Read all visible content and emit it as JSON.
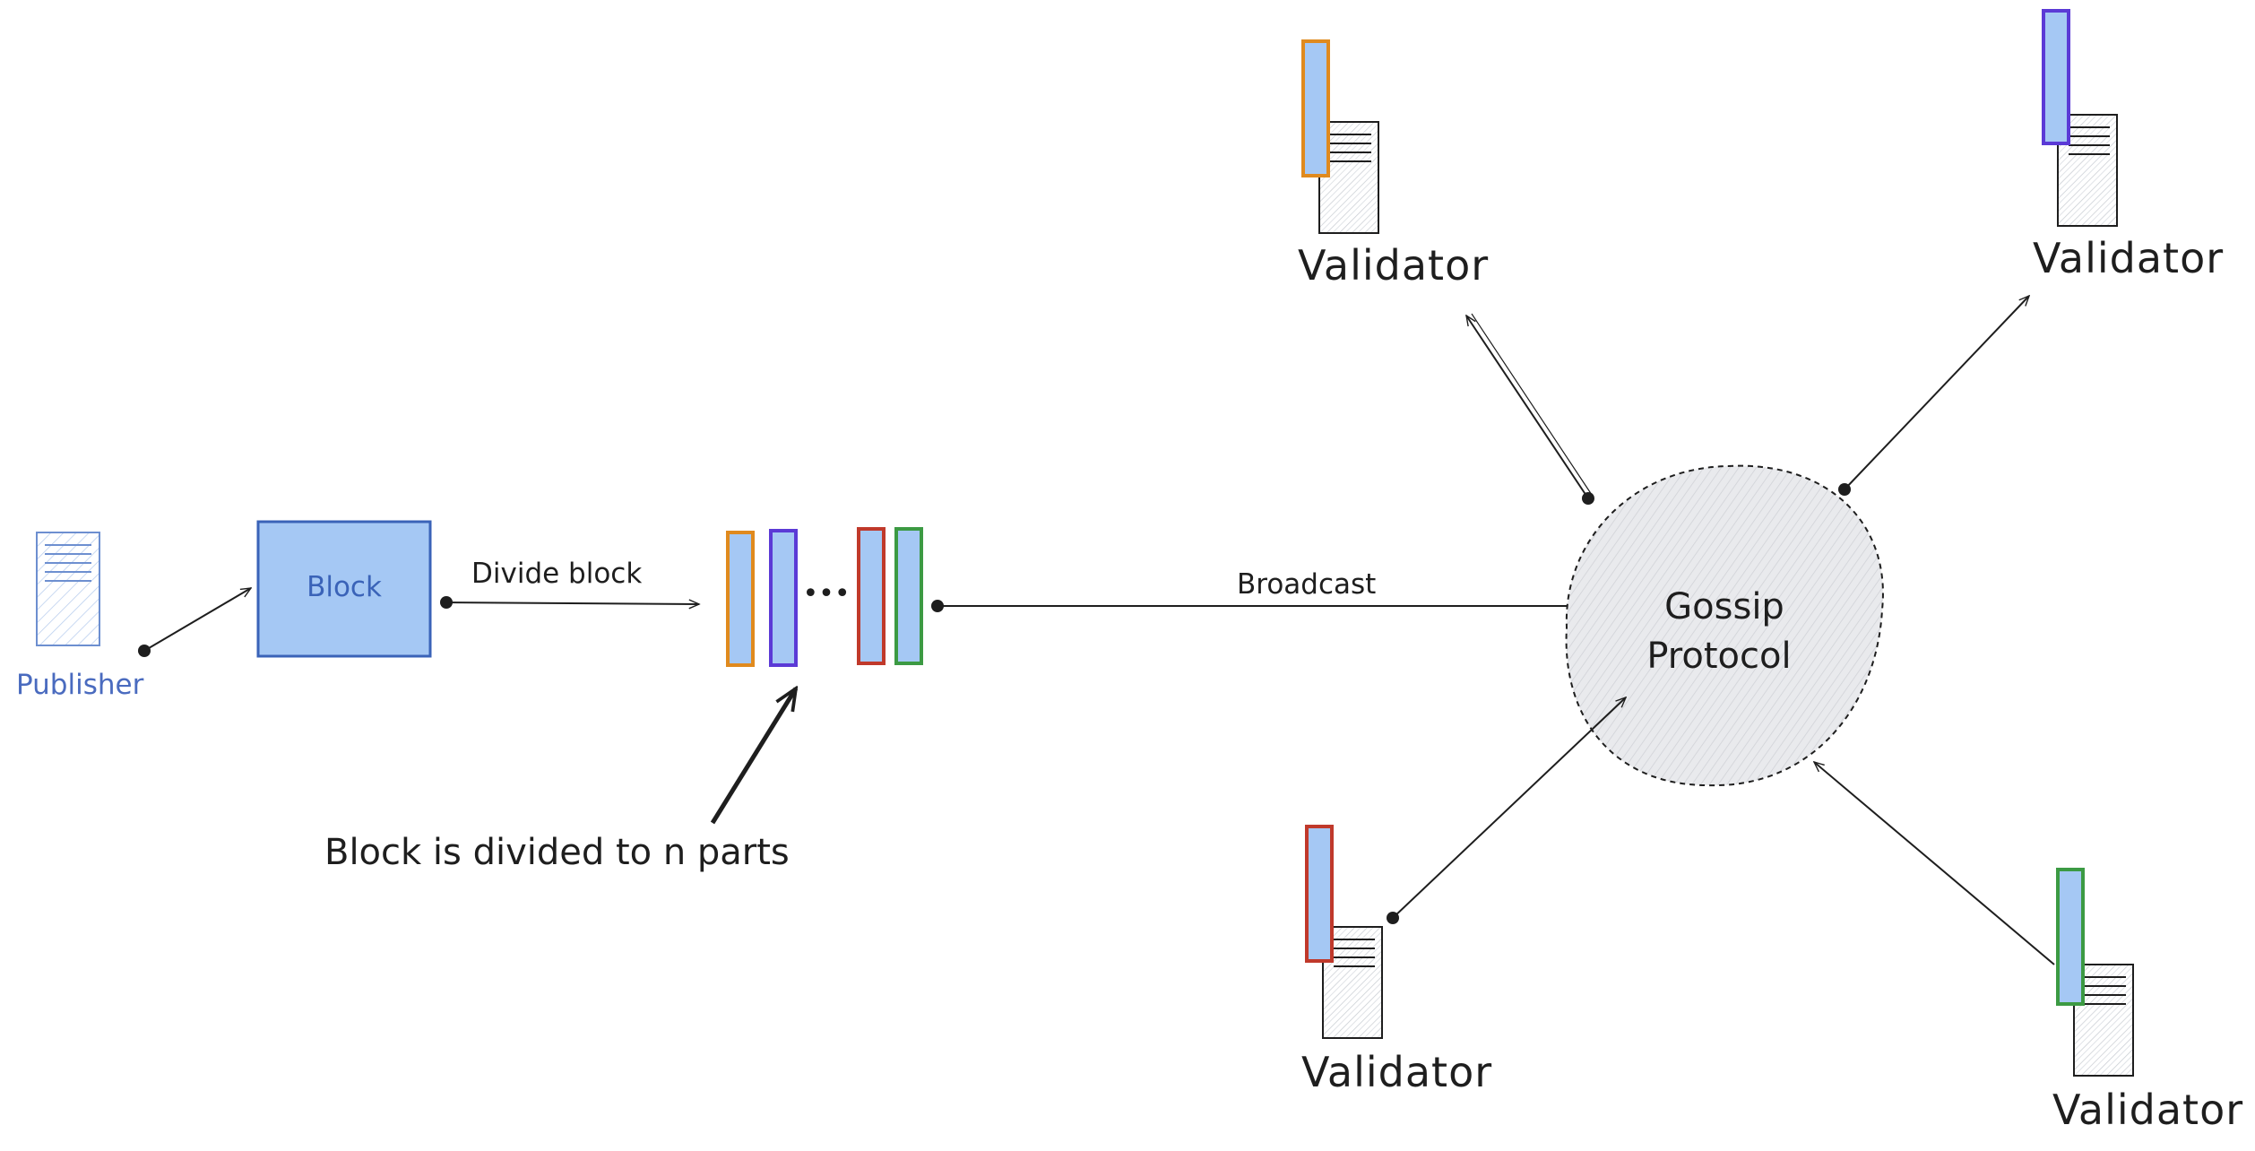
{
  "labels": {
    "publisher": "Publisher",
    "block": "Block",
    "divide_block": "Divide block",
    "ellipsis": "•••",
    "broadcast": "Broadcast",
    "block_divided": "Block is divided to n parts",
    "gossip_line1": "Gossip",
    "gossip_line2": "Protocol",
    "validator_top_left": "Validator",
    "validator_top_right": "Validator",
    "validator_bottom_left": "Validator",
    "validator_bottom_right": "Validator"
  },
  "colors": {
    "publisher_blue": "#4a6bbf",
    "block_fill": "#a5c8f4",
    "block_stroke": "#3a63b8",
    "chunk_fill": "#a5c8f4",
    "chunk_orange": "#e08a1e",
    "chunk_purple": "#5b3ad6",
    "chunk_red": "#c0392b",
    "chunk_green": "#3c9a43",
    "gossip_fill": "#e6e7ea"
  },
  "icons": {
    "publisher": "document-icon",
    "validator": "document-icon",
    "gossip": "cloud-circle-icon"
  }
}
